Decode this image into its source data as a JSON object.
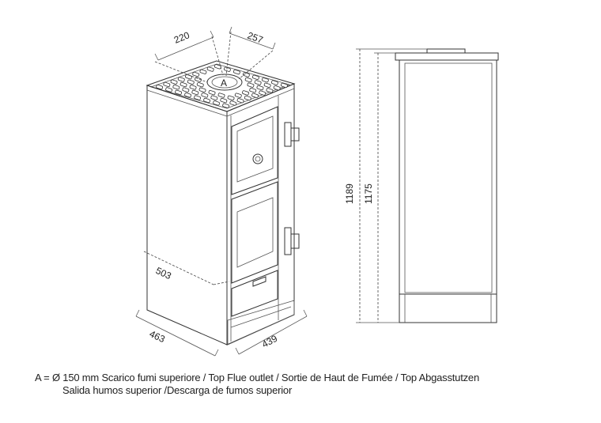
{
  "dimensions": {
    "top_depth": "220",
    "top_width": "257",
    "flue_label": "A",
    "inner_depth": "503",
    "base_depth": "463",
    "base_width": "439",
    "total_height": "1189",
    "flue_height": "1175"
  },
  "caption": {
    "line1": "A = Ø 150 mm  Scarico fumi superiore / Top Flue outlet / Sortie de Haut de Fumée / Top Abgasstutzen",
    "line2": "Salida humos superior /Descarga de fumos superior"
  }
}
